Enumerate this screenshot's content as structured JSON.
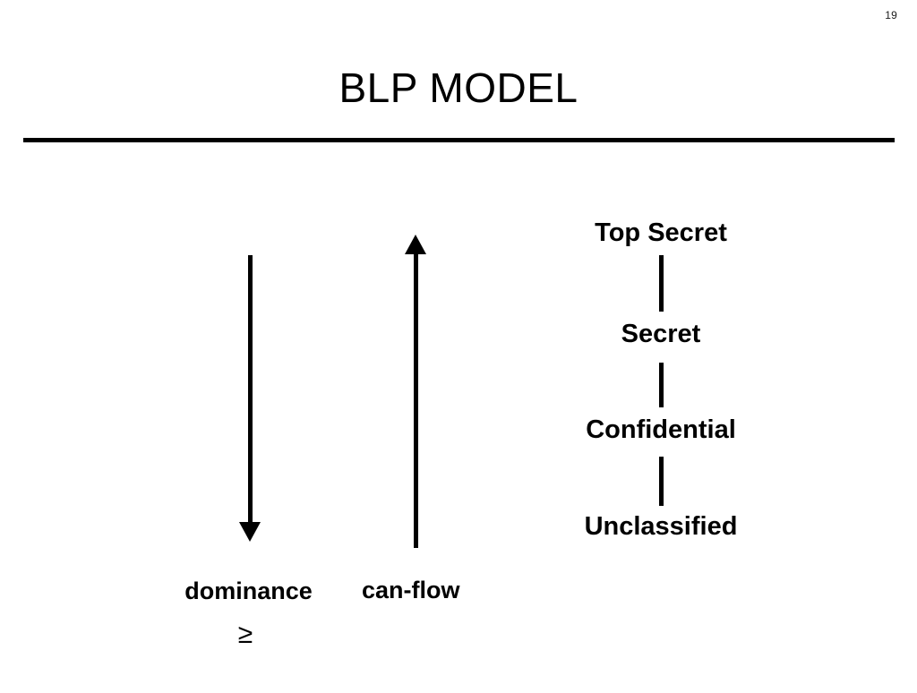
{
  "slide": {
    "page_number": "19",
    "title": "BLP MODEL",
    "background_color": "#ffffff",
    "foreground_color": "#000000"
  },
  "diagram": {
    "arrows": [
      {
        "label": "dominance",
        "symbol": "≥",
        "direction": "down",
        "name": "dominance-arrow"
      },
      {
        "label": "can-flow",
        "symbol": "",
        "direction": "up",
        "name": "can-flow-arrow"
      }
    ],
    "lattice": {
      "levels": [
        {
          "label": "Top Secret"
        },
        {
          "label": "Secret"
        },
        {
          "label": "Confidential"
        },
        {
          "label": "Unclassified"
        }
      ]
    }
  }
}
